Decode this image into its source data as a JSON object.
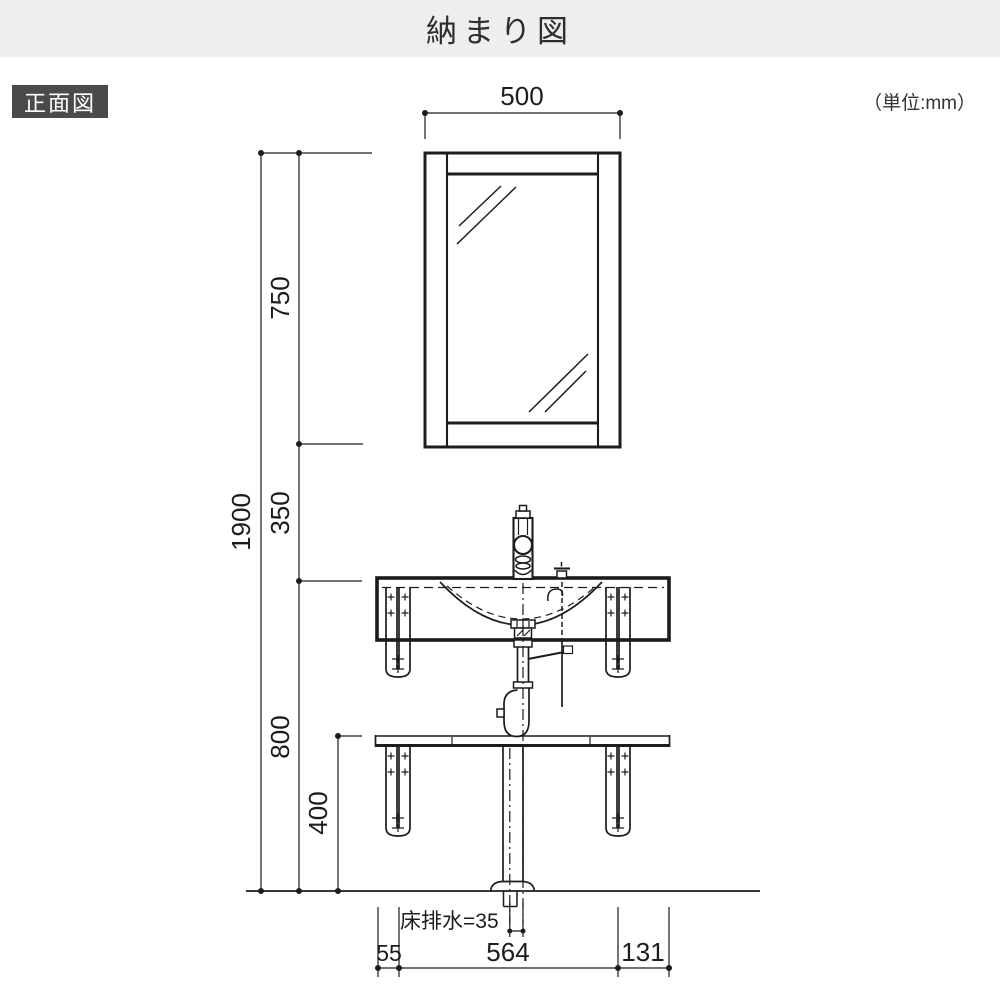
{
  "header": {
    "title": "納まり図"
  },
  "view": {
    "label": "正面図",
    "units": "（単位:mm）"
  },
  "dims": {
    "mirror_width": "500",
    "mirror_height": "750",
    "gap_mirror_counter": "350",
    "overall_height": "1900",
    "counter_top_height": "800",
    "shelf_height": "400",
    "floor_drain": "床排水=35",
    "left_edge_to_bracket": "55",
    "bracket_spacing": "564",
    "bracket_to_right_edge": "131"
  },
  "colors": {
    "banner": "#efeeec",
    "label_bg": "#4a4a4a",
    "line": "#1c1c1c"
  }
}
